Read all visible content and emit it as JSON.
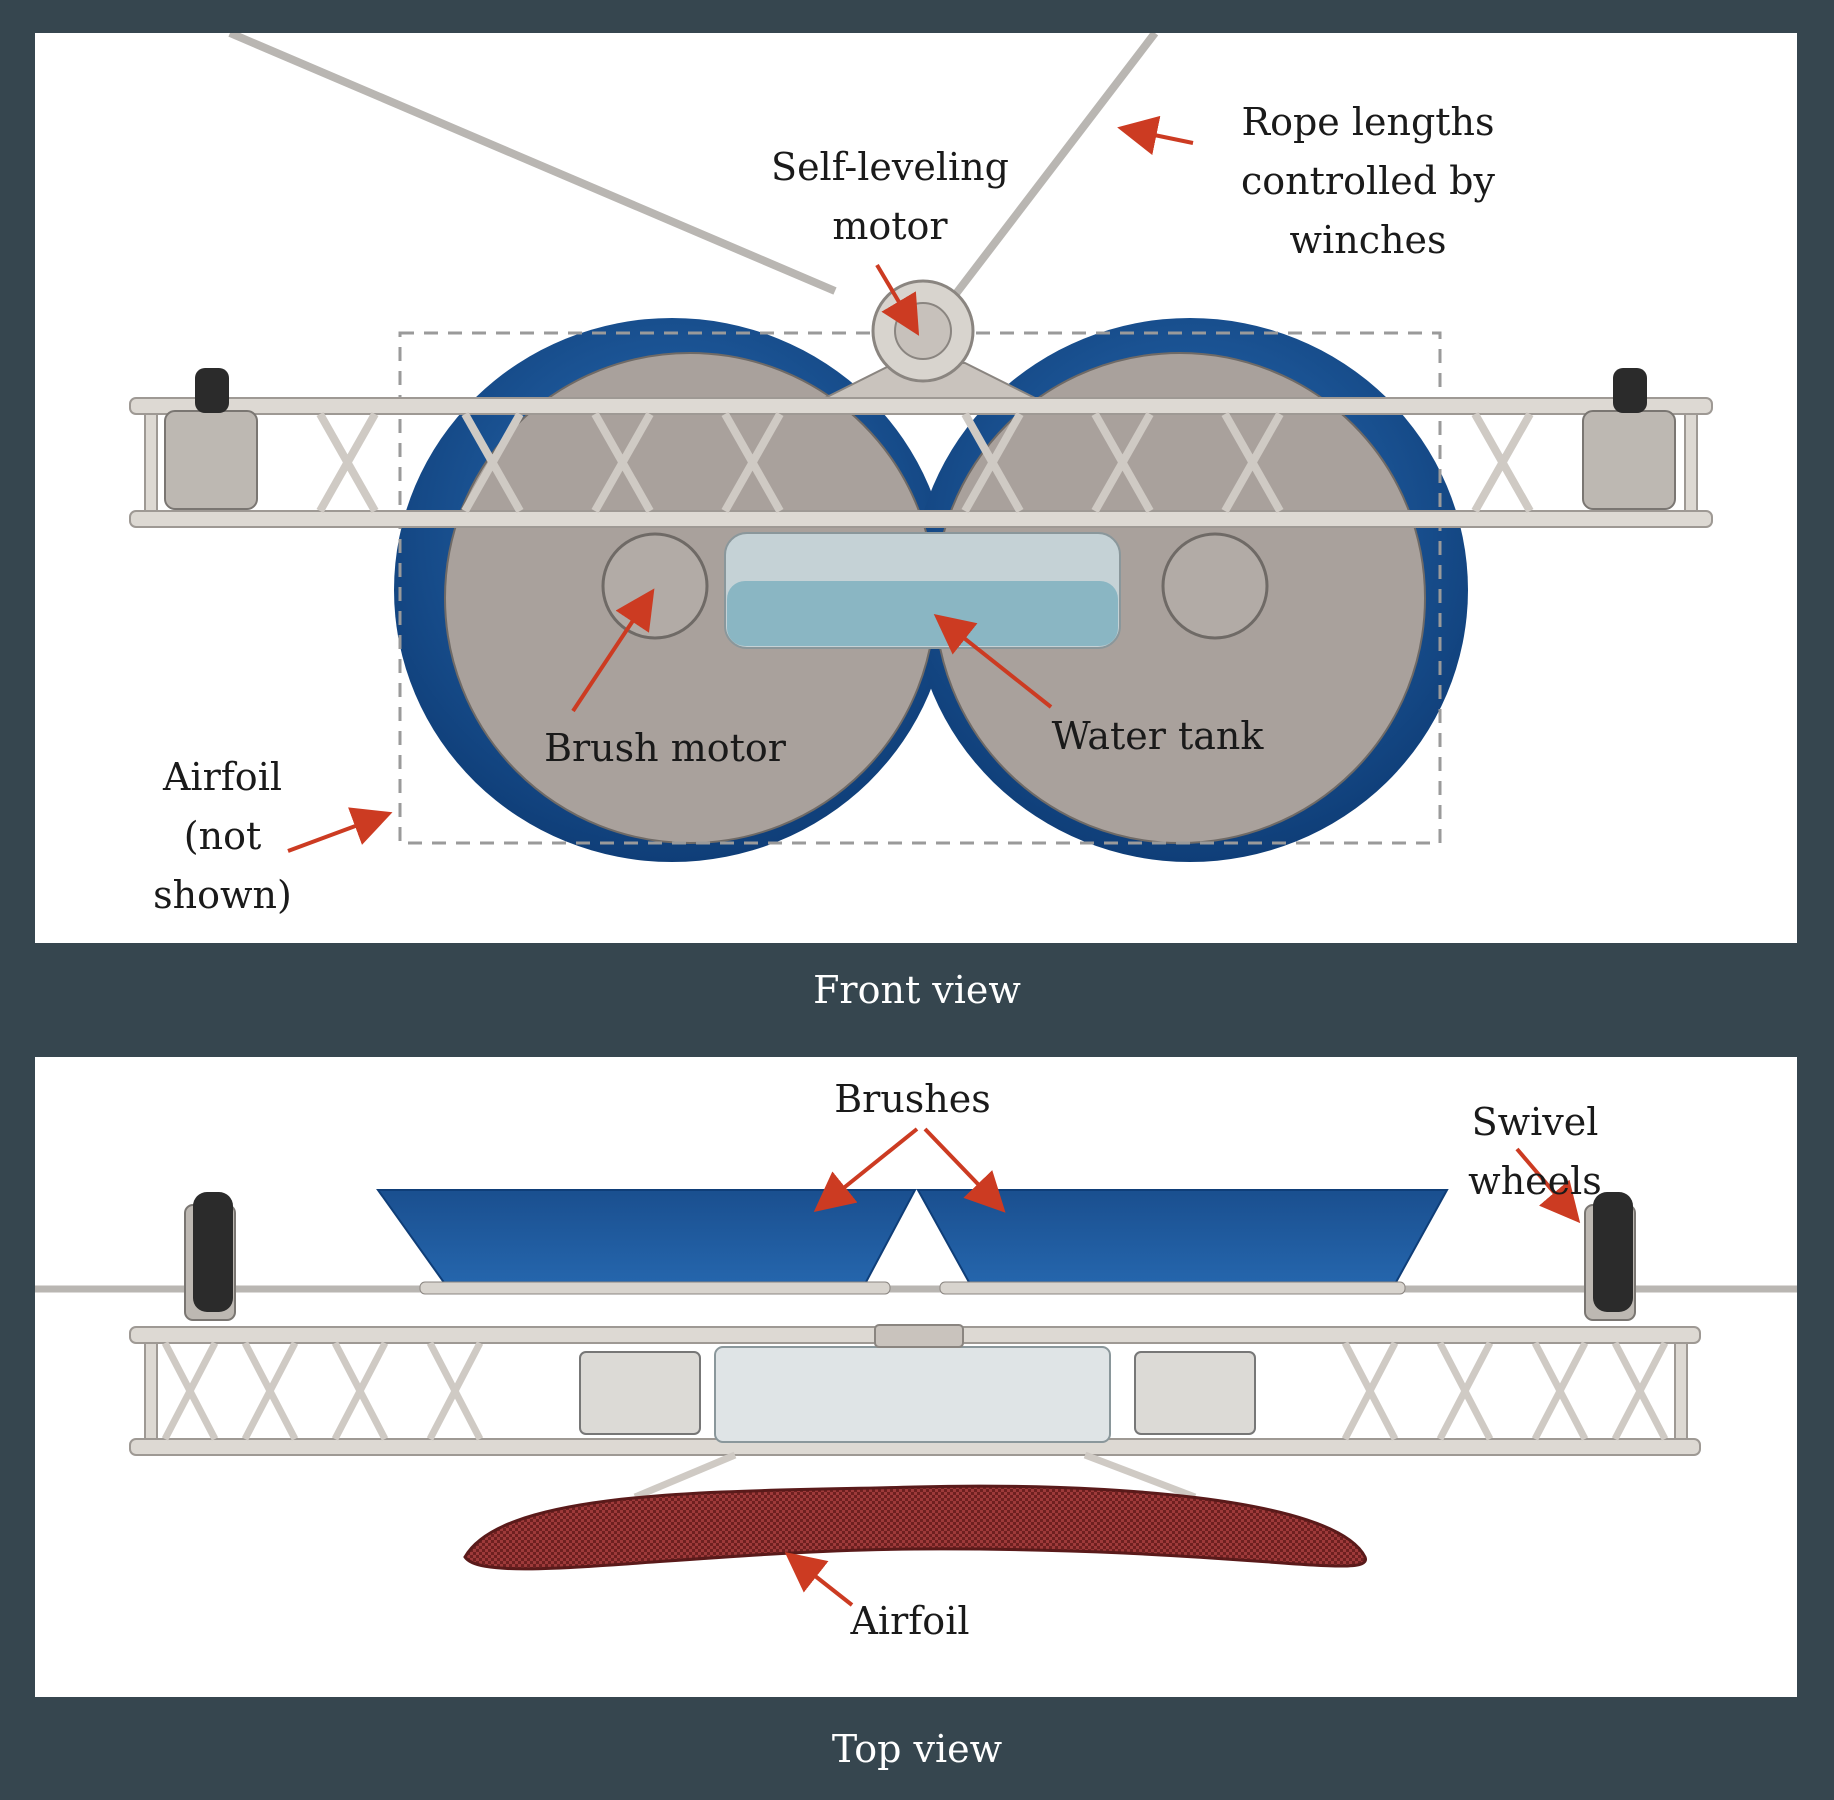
{
  "front_view": {
    "caption": "Front view",
    "labels": {
      "rope_lengths": "Rope lengths\ncontrolled by\nwinches",
      "self_leveling_motor": "Self-leveling\nmotor",
      "brush_motor": "Brush motor",
      "water_tank": "Water tank",
      "airfoil_not_shown": "Airfoil\n(not\nshown)"
    }
  },
  "top_view": {
    "caption": "Top view",
    "labels": {
      "brushes": "Brushes",
      "swivel_wheels": "Swivel wheels",
      "airfoil": "Airfoil"
    }
  },
  "colors": {
    "background": "#36464f",
    "panel": "#ffffff",
    "arrow": "#cc3b22",
    "brush_blue": "#1d5a9c",
    "disc_gray": "#a9a19c",
    "frame": "#d8d4ce",
    "water": "#7fb1bf",
    "airfoil": "#8a2a2a"
  }
}
